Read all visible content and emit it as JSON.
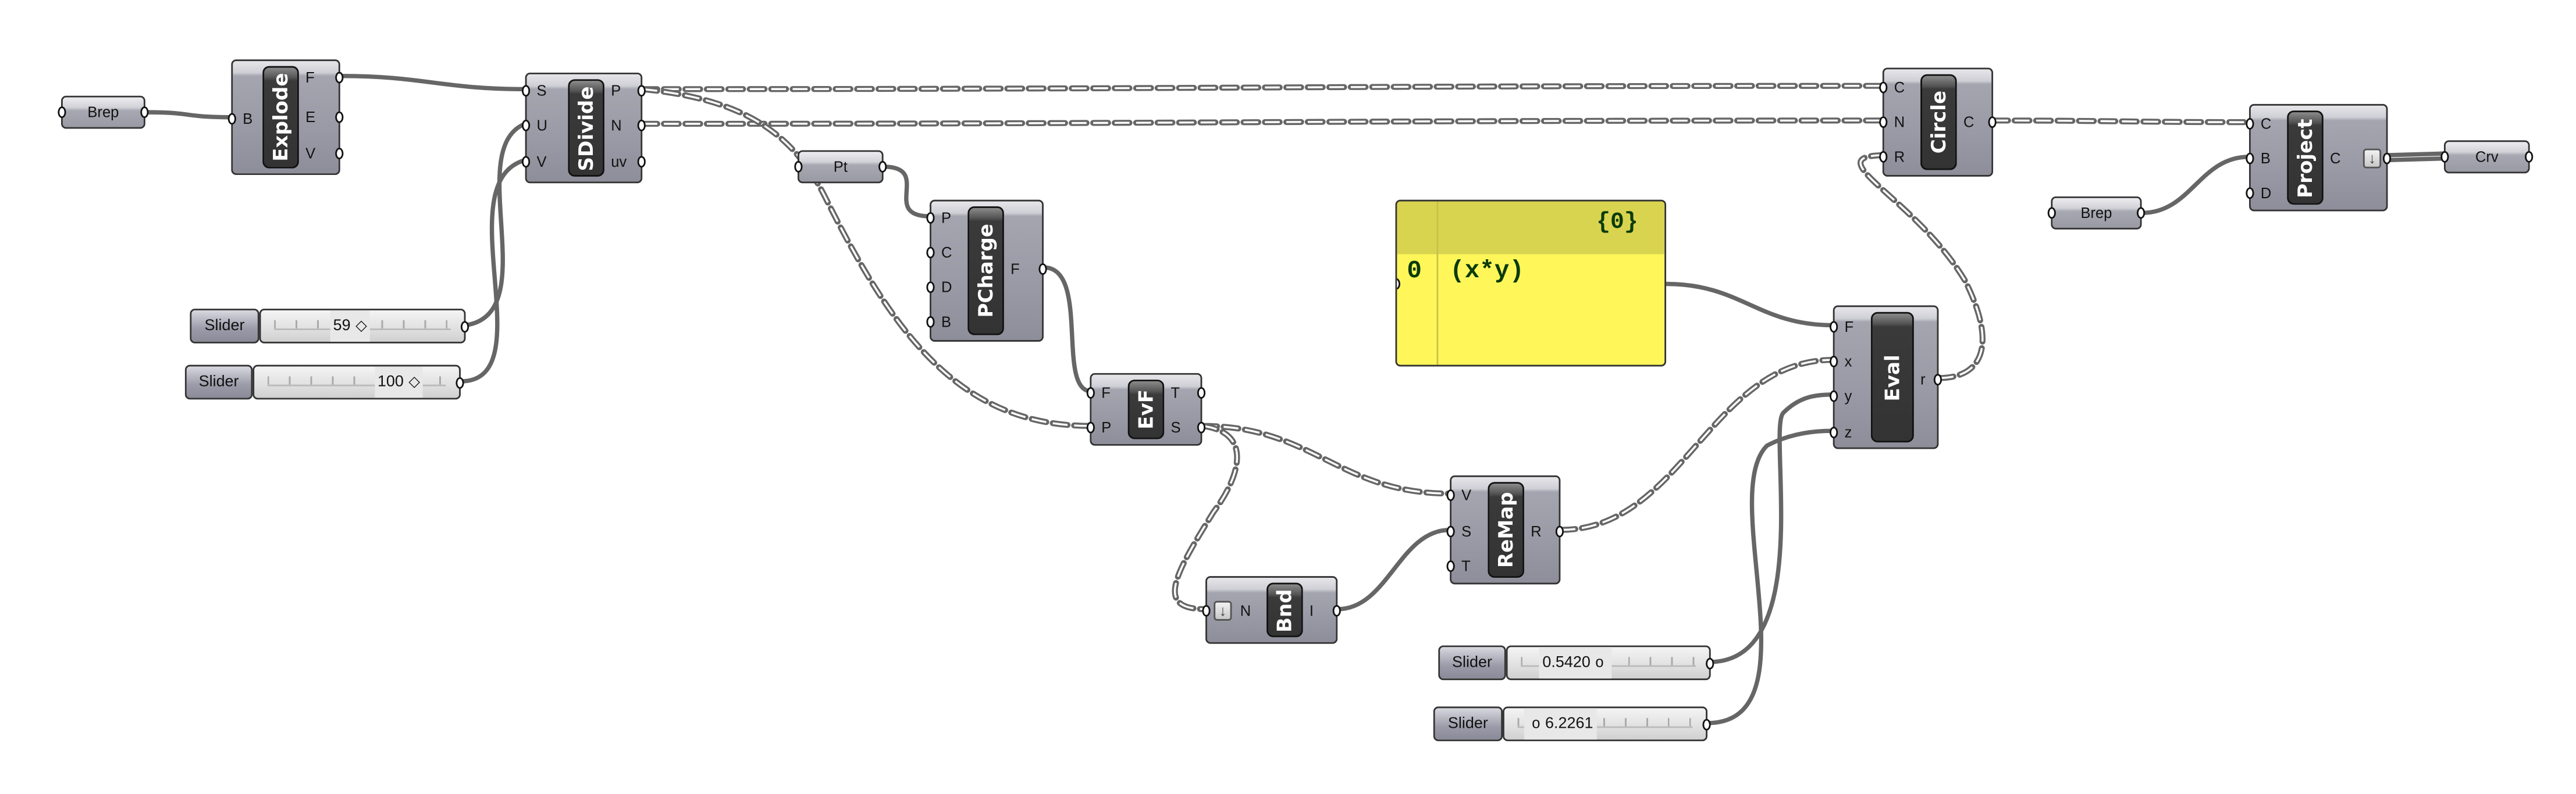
{
  "components": [
    {
      "id": "explode",
      "title": "Explode",
      "inputs": [
        "B"
      ],
      "outputs": [
        "F",
        "E",
        "V"
      ]
    },
    {
      "id": "sdivide",
      "title": "SDivide",
      "inputs": [
        "S",
        "U",
        "V"
      ],
      "outputs": [
        "P",
        "N",
        "uv"
      ]
    },
    {
      "id": "pcharge",
      "title": "PCharge",
      "inputs": [
        "P",
        "C",
        "D",
        "B"
      ],
      "outputs": [
        "F"
      ]
    },
    {
      "id": "evf",
      "title": "EvF",
      "inputs": [
        "F",
        "P"
      ],
      "outputs": [
        "T",
        "S"
      ]
    },
    {
      "id": "bnd",
      "title": "Bnd",
      "inputs": [
        "N"
      ],
      "outputs": [
        "I"
      ]
    },
    {
      "id": "remap",
      "title": "ReMap",
      "inputs": [
        "V",
        "S",
        "T"
      ],
      "outputs": [
        "R"
      ]
    },
    {
      "id": "eval",
      "title": "Eval",
      "inputs": [
        "F",
        "x",
        "y",
        "z"
      ],
      "outputs": [
        "r"
      ]
    },
    {
      "id": "circle",
      "title": "Circle",
      "inputs": [
        "C",
        "N",
        "R"
      ],
      "outputs": [
        "C"
      ]
    },
    {
      "id": "project",
      "title": "Project",
      "inputs": [
        "C",
        "B",
        "D"
      ],
      "outputs": [
        "C"
      ]
    }
  ],
  "params": [
    {
      "id": "brep1",
      "label": "Brep"
    },
    {
      "id": "pt",
      "label": "Pt"
    },
    {
      "id": "brep2",
      "label": "Brep"
    },
    {
      "id": "crv",
      "label": "Crv"
    }
  ],
  "sliders": [
    {
      "id": "s1",
      "label": "Slider",
      "value": "59",
      "grip": "◇"
    },
    {
      "id": "s2",
      "label": "Slider",
      "value": "100",
      "grip": "◇"
    },
    {
      "id": "s3",
      "label": "Slider",
      "value": "0.5420",
      "grip": "o"
    },
    {
      "id": "s4",
      "label": "Slider",
      "value": "6.2261",
      "grip": "o"
    }
  ],
  "panel": {
    "path": "{0}",
    "index": "0",
    "item": "(x*y)"
  },
  "colors": {
    "wire": "#666666",
    "panel": "#fff75a",
    "panel_header": "#d9d44f",
    "component": "#9a9aa6"
  }
}
